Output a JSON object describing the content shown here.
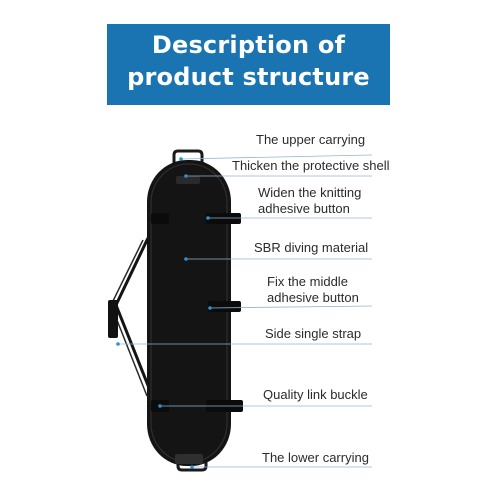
{
  "title": {
    "line1": "Description of",
    "line2": "product structure"
  },
  "labels": [
    "The upper carrying",
    "Thicken the protective shell",
    "Widen the knitting",
    "adhesive button",
    "SBR diving material",
    "Fix the middle",
    "adhesive button",
    "Side single strap",
    "Quality link buckle",
    "The lower carrying"
  ],
  "colors": {
    "banner": "#1a74b2",
    "banner_text": "#ffffff",
    "bag": "#141414",
    "leader_line": "#8fb6d6",
    "leader_dot": "#2f8fd6",
    "label_text": "#2b2b2b"
  }
}
